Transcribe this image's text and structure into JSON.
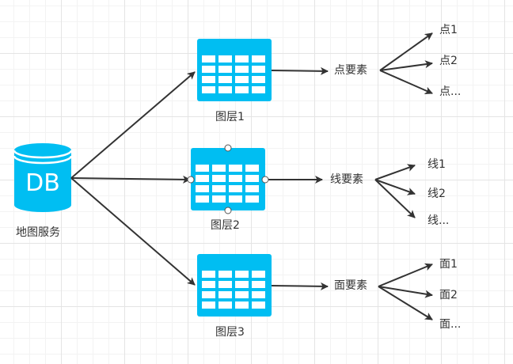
{
  "colors": {
    "shape_fill": "#00bef2",
    "arrow": "#333333",
    "text": "#333333"
  },
  "database": {
    "icon_text": "DB",
    "label": "地图服务"
  },
  "layers": [
    {
      "label": "图层1",
      "feature_label": "点要素",
      "items": [
        "点1",
        "点2",
        "点..."
      ]
    },
    {
      "label": "图层2",
      "feature_label": "线要素",
      "items": [
        "线1",
        "线2",
        "线..."
      ],
      "selected": true
    },
    {
      "label": "图层3",
      "feature_label": "面要素",
      "items": [
        "面1",
        "面2",
        "面..."
      ]
    }
  ]
}
